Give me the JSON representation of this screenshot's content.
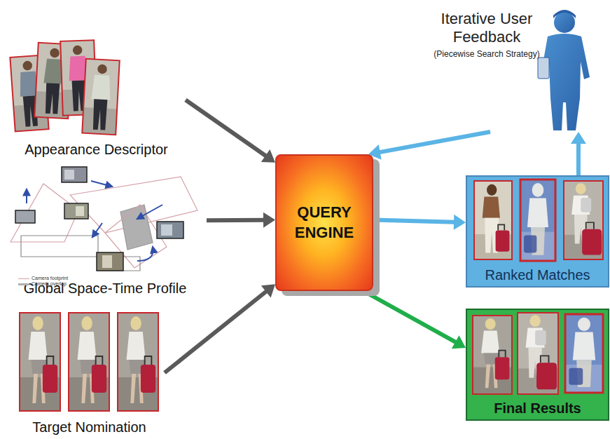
{
  "diagram": {
    "nodes": [
      {
        "text": [
          "Appearance Descriptor"
        ]
      },
      {
        "text": [
          "Global Space-Time Profile"
        ]
      },
      {
        "text": [
          "Target Nomination"
        ]
      },
      {
        "text": [
          "QUERY ENGINE"
        ]
      },
      {
        "text": [
          "Iterative User Feedback",
          "(Piecewise Search Strategy)"
        ]
      },
      {
        "text": [
          "Ranked Matches"
        ]
      },
      {
        "text": [
          "Final Results"
        ]
      }
    ],
    "edges": [
      {
        "from": 0,
        "to": 3,
        "arrow": "to"
      },
      {
        "from": 1,
        "to": 3,
        "arrow": "to"
      },
      {
        "from": 2,
        "to": 3,
        "arrow": "to"
      },
      {
        "from": 3,
        "to": 5,
        "arrow": "to"
      },
      {
        "from": 5,
        "to": 4,
        "arrow": "to"
      },
      {
        "from": 4,
        "to": 3,
        "arrow": "to"
      },
      {
        "from": 3,
        "to": 6,
        "arrow": "to"
      }
    ],
    "legend": [
      {
        "text": "Camera footprint"
      },
      {
        "text": "Camera overlap"
      }
    ]
  }
}
